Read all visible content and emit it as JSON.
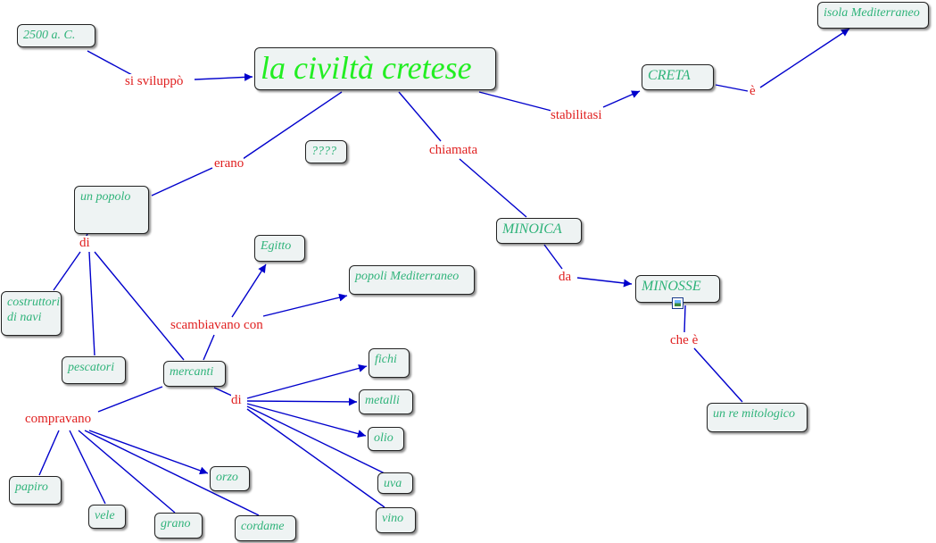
{
  "nodes": {
    "center": "la civiltà cretese",
    "date": "2500 a. C.",
    "creta": "CRETA",
    "isola": "isola Mediterraneo",
    "question": "????",
    "popolo": "un popolo",
    "minoica": "MINOICA",
    "minosse": "MINOSSE",
    "re": "un re mitologico",
    "egitto": "Egitto",
    "popoli": "popoli Mediterraneo",
    "costruttori": "costruttori di navi",
    "pescatori": "pescatori",
    "mercanti": "mercanti",
    "fichi": "fichi",
    "metalli": "metalli",
    "olio": "olio",
    "uva": "uva",
    "vino": "vino",
    "papiro": "papiro",
    "vele": "vele",
    "grano": "grano",
    "cordame": "cordame",
    "orzo": "orzo"
  },
  "labels": {
    "sviluppo": "si sviluppò",
    "stabilitasi": "stabilitasi",
    "e1": "è",
    "erano": "erano",
    "chiamata": "chiamata",
    "di1": "di",
    "da": "da",
    "che_e": "che è",
    "scambiavano": "scambiavano con",
    "di2": "di",
    "compravano": "compravano"
  },
  "colors": {
    "edge": "#0000cc",
    "node_text": "#2fb37a",
    "center_text": "#22ee22",
    "label_text": "#e02020",
    "node_fill": "#eef3f3"
  }
}
